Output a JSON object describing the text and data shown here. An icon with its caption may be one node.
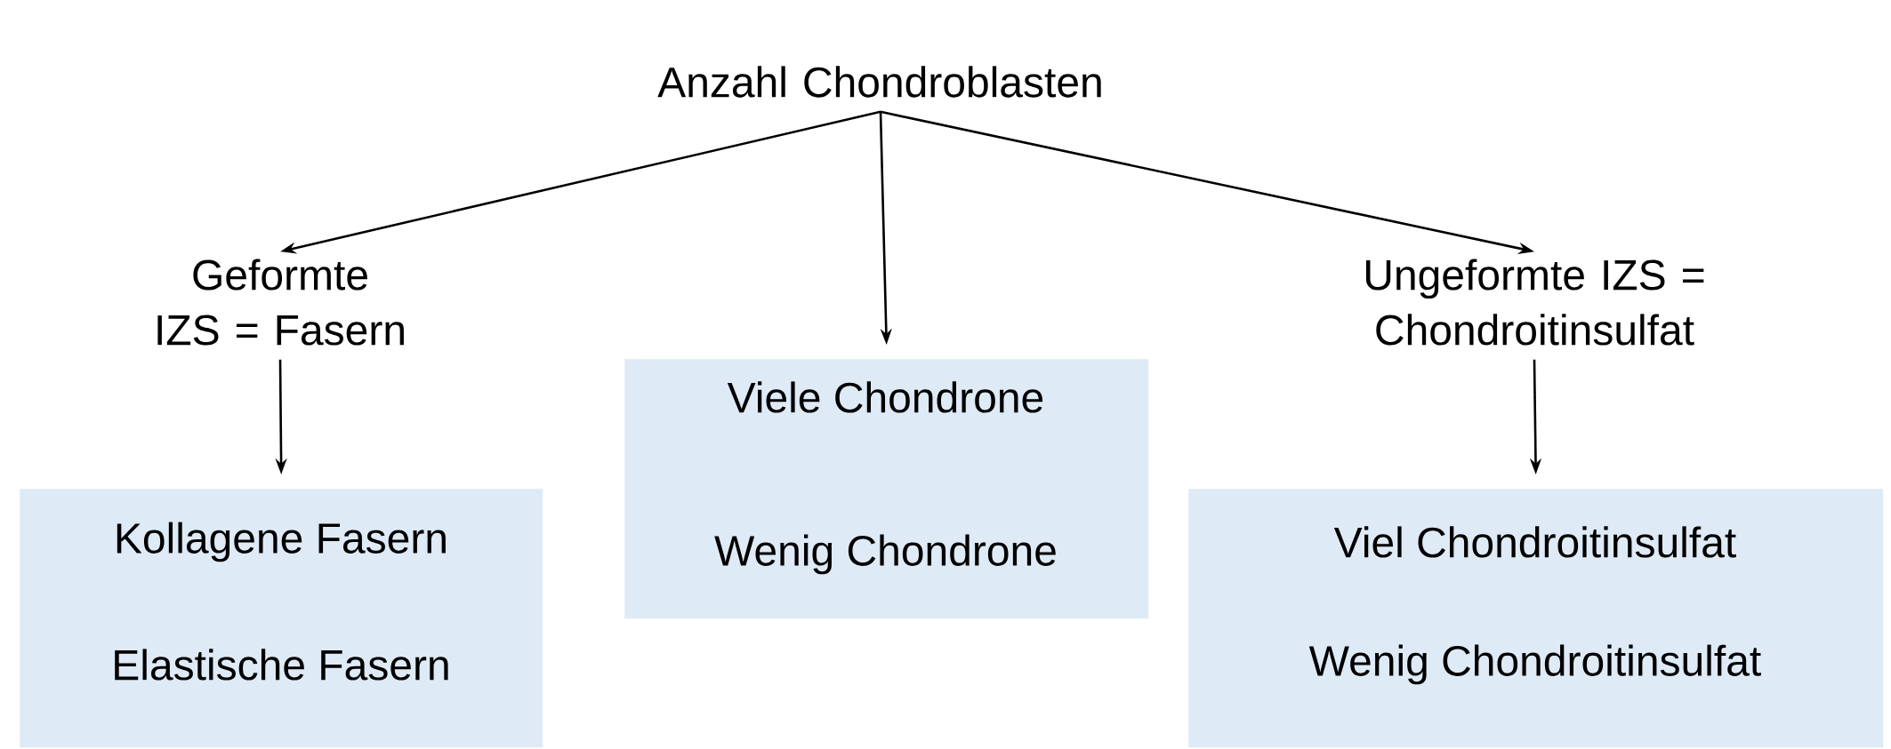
{
  "diagram": {
    "nodes": [
      {
        "text": [
          "Anzahl Chondroblasten"
        ]
      },
      {
        "text": [
          "Geformte IZS = Fasern"
        ]
      },
      {
        "text": [
          "Ungeformte IZS = Chondroitinsulfat"
        ]
      },
      {
        "text": [
          "Viele Chondrone",
          "Wenig Chondrone"
        ]
      },
      {
        "text": [
          "Kollagene Fasern",
          "Elastische Fasern"
        ]
      },
      {
        "text": [
          "Viel Chondroitinsulfat",
          "Wenig Chondroitinsulfat"
        ]
      }
    ],
    "edges": [
      {
        "from": 0,
        "to": 1,
        "arrow": "to"
      },
      {
        "from": 0,
        "to": 3,
        "arrow": "to"
      },
      {
        "from": 0,
        "to": 2,
        "arrow": "to"
      },
      {
        "from": 1,
        "to": 4,
        "arrow": "to"
      },
      {
        "from": 2,
        "to": 5,
        "arrow": "to"
      }
    ]
  }
}
